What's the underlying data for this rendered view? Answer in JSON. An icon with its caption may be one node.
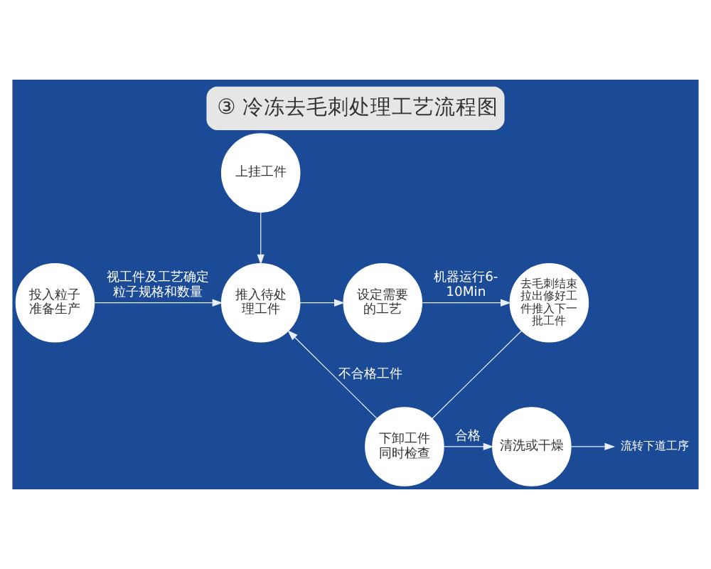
{
  "diagram": {
    "title": "③ 冷冻去毛刺处理工艺流程图",
    "nodes": [
      {
        "text": [
          "上挂工件"
        ]
      },
      {
        "text": [
          "投入粒子准备生产"
        ]
      },
      {
        "text": [
          "推入待处理工件"
        ]
      },
      {
        "text": [
          "设定需要的工艺"
        ]
      },
      {
        "text": [
          "去毛刺结束拉出修好工件推入下一批工件"
        ]
      },
      {
        "text": [
          "下卸工件同时检查"
        ]
      },
      {
        "text": [
          "清洗或干燥"
        ]
      },
      {
        "text": [
          "流转下道工序"
        ]
      }
    ],
    "edges": [
      {
        "from": 0,
        "to": 2,
        "arrow": "to"
      },
      {
        "from": 1,
        "to": 2,
        "arrow": "to",
        "label": "视工件及工艺确定粒子规格和数量"
      },
      {
        "from": 2,
        "to": 3,
        "arrow": "to"
      },
      {
        "from": 3,
        "to": 4,
        "arrow": "to",
        "label": "机器运行6-10Min"
      },
      {
        "from": 4,
        "to": 5,
        "arrow": "none"
      },
      {
        "from": 5,
        "to": 2,
        "arrow": "to",
        "label": "不合格工件"
      },
      {
        "from": 5,
        "to": 6,
        "arrow": "to",
        "label": "合格"
      },
      {
        "from": 6,
        "to": 7,
        "arrow": "to"
      }
    ]
  }
}
